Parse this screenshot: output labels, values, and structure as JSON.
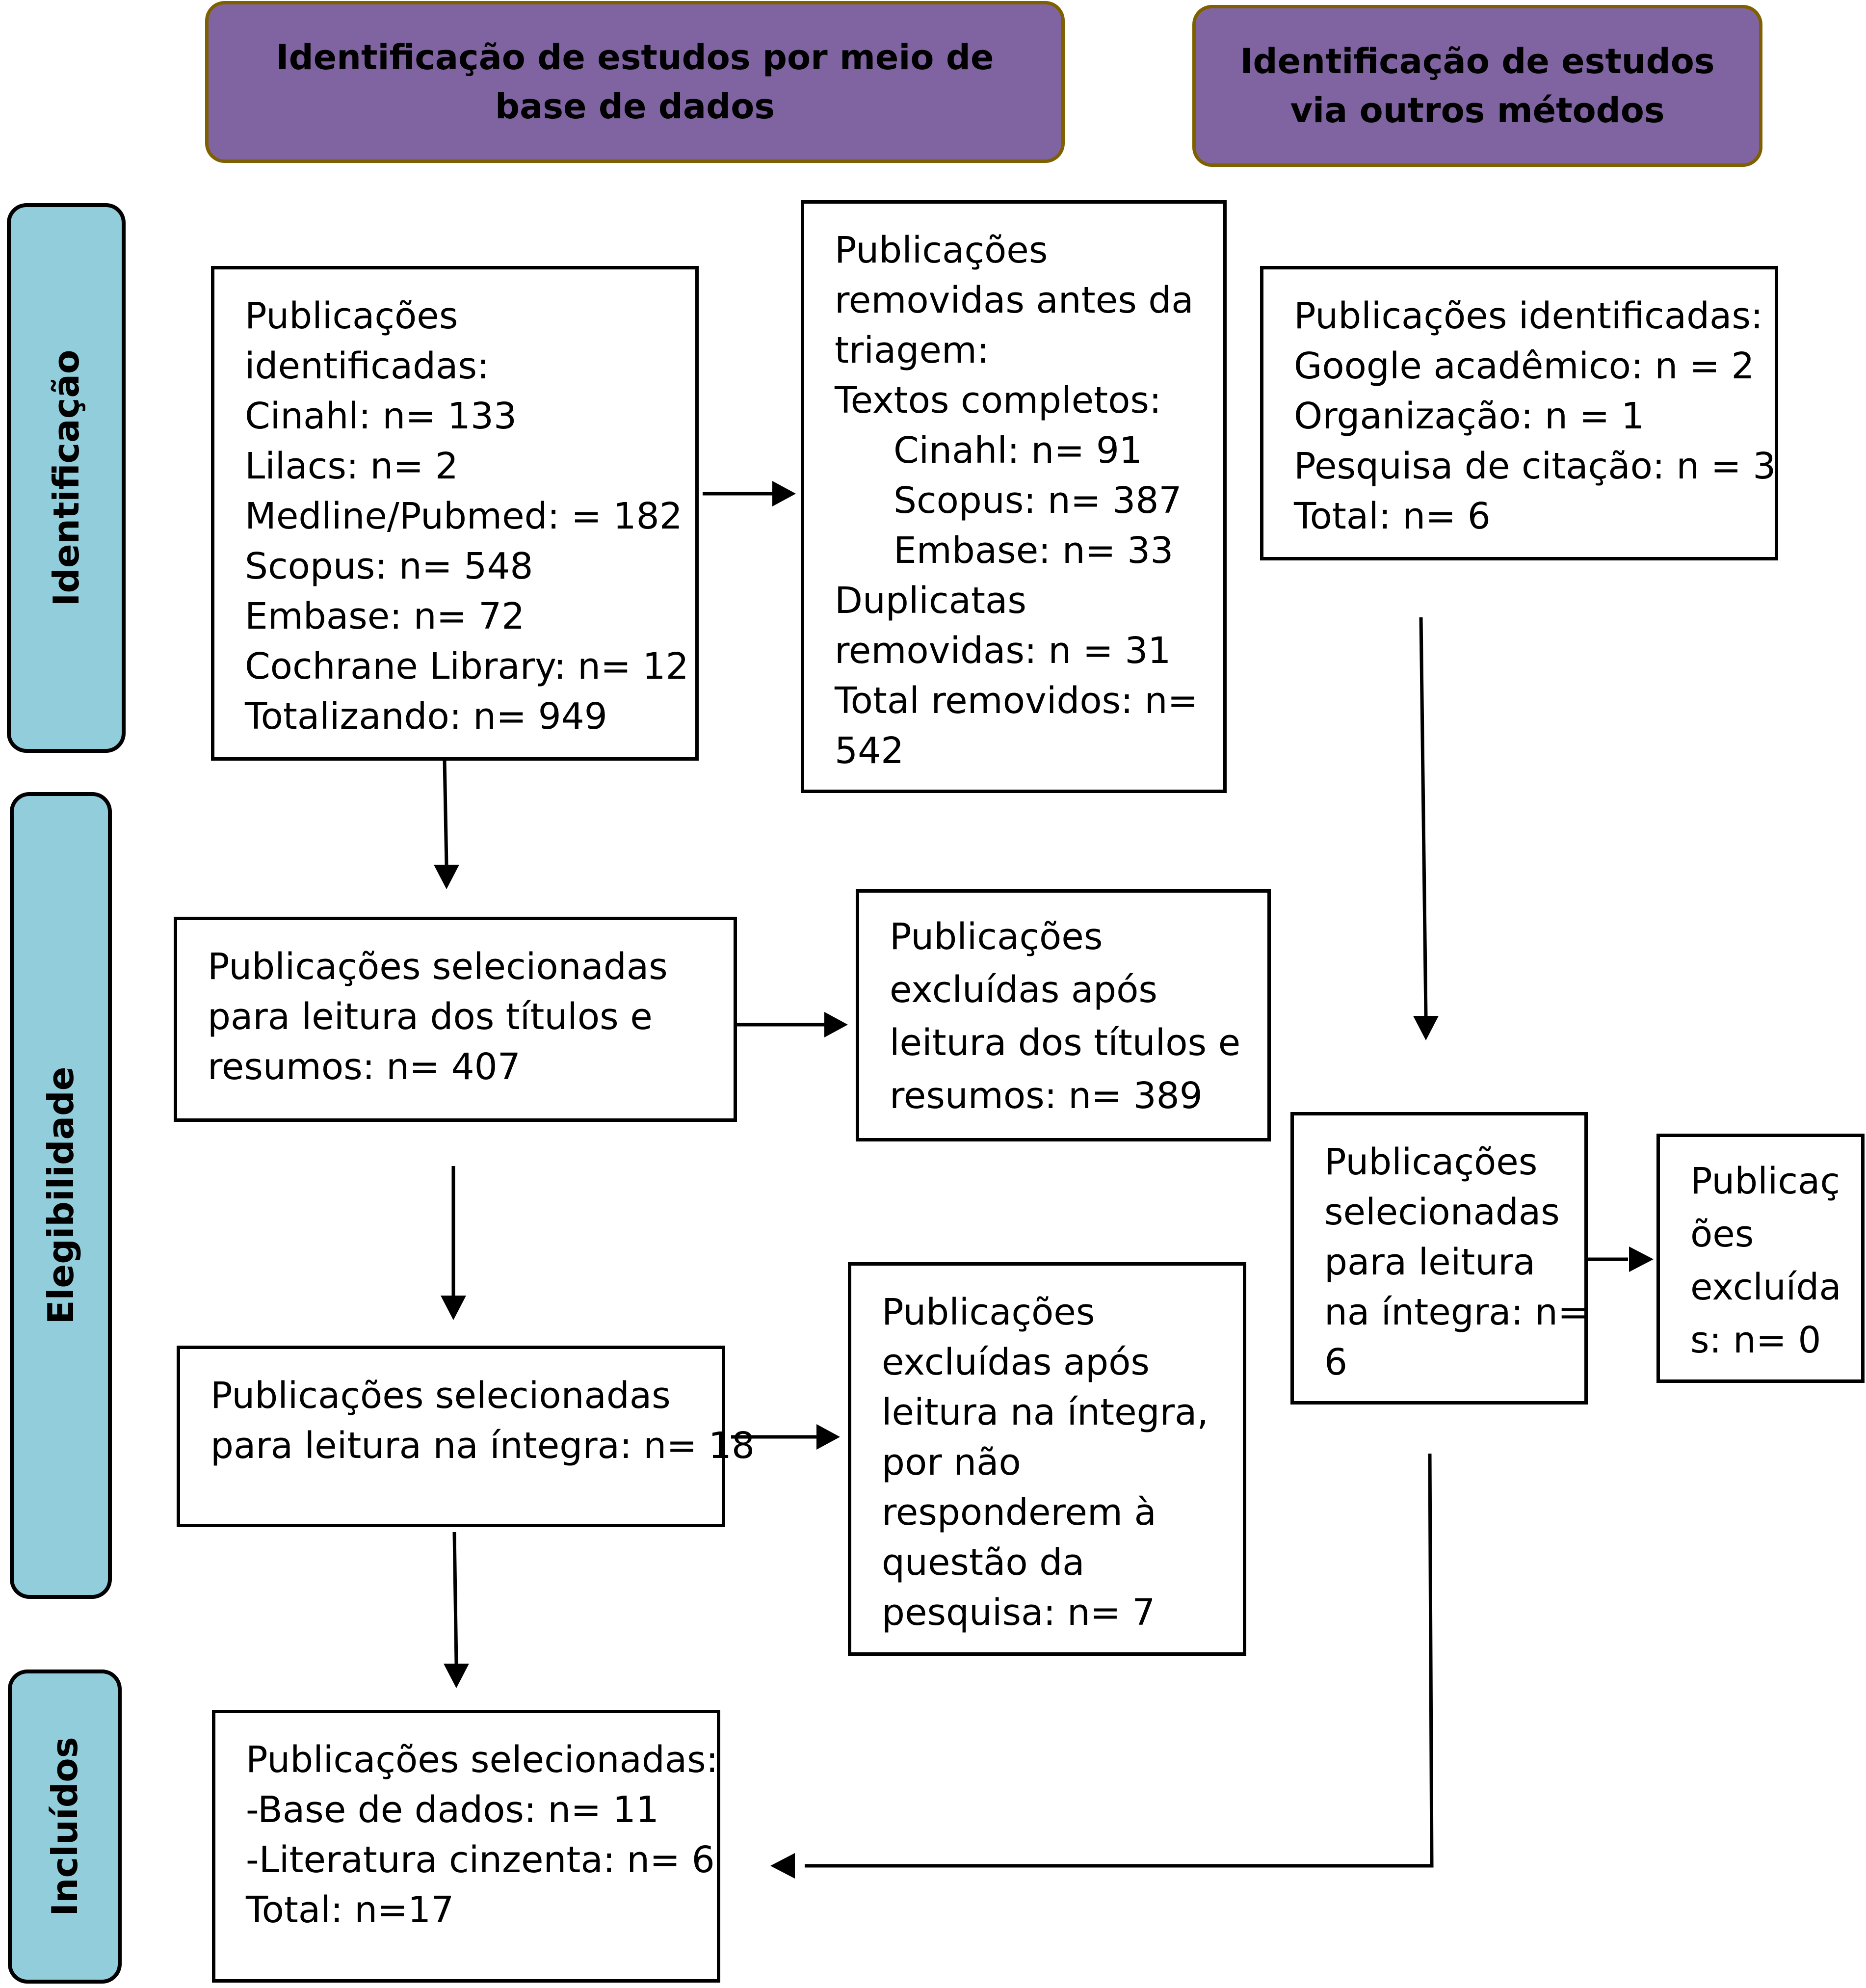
{
  "headers": {
    "databases": "Identificação de estudos por meio de base de dados",
    "other_methods": "Identificação de estudos via outros métodos"
  },
  "stages": {
    "identification": "Identificação",
    "eligibility": "Elegibilidade",
    "included": "Incluídos"
  },
  "identified": {
    "lines": [
      "Publicações",
      "identificadas:",
      "Cinahl: n= 133",
      "Lilacs: n= 2",
      "Medline/Pubmed: = 182",
      "Scopus: n= 548",
      "Embase: n= 72",
      "Cochrane Library: n= 12",
      "Totalizando: n= 949"
    ]
  },
  "removed_before_screening": {
    "lines": [
      "Publicações",
      "removidas antes da",
      "triagem:",
      "Textos completos:",
      "Cinahl: n= 91",
      "Scopus: n= 387",
      "Embase: n= 33",
      "Duplicatas",
      "removidas: n = 31",
      "Total removidos: n=",
      "542"
    ]
  },
  "other_identified": {
    "lines": [
      "Publicações identificadas:",
      "Google acadêmico: n = 2",
      "Organização: n = 1",
      "Pesquisa de citação: n = 3",
      "Total: n= 6"
    ]
  },
  "selected_titles": {
    "lines": [
      "Publicações selecionadas",
      "para leitura dos títulos e",
      "resumos: n= 407"
    ]
  },
  "excluded_titles": {
    "lines": [
      "Publicações",
      "excluídas após",
      "leitura dos títulos e",
      "resumos: n= 389"
    ]
  },
  "selected_fulltext": {
    "lines": [
      "Publicações selecionadas",
      "para leitura na íntegra: n= 18"
    ]
  },
  "excluded_fulltext": {
    "lines": [
      "Publicações",
      "excluídas após",
      "leitura na íntegra,",
      "por não",
      "responderem à",
      "questão da",
      "pesquisa: n= 7"
    ]
  },
  "other_selected_fulltext": {
    "lines": [
      "Publicações",
      "selecionadas",
      "para leitura",
      "na íntegra: n=",
      "6"
    ]
  },
  "other_excluded": {
    "lines": [
      "Publicaç",
      "ões",
      "excluída",
      "s: n= 0"
    ]
  },
  "included_final": {
    "lines": [
      "Publicações selecionadas:",
      "-Base de dados: n= 11",
      "-Literatura cinzenta: n= 6",
      "Total: n=17"
    ]
  }
}
